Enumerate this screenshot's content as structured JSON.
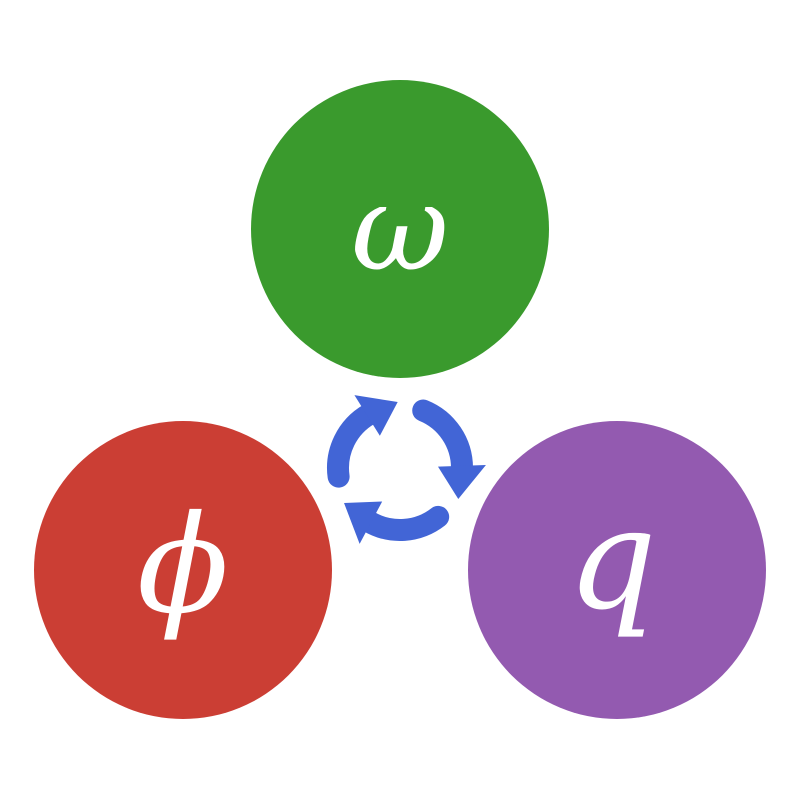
{
  "diagram": {
    "type": "cycle",
    "direction": "clockwise",
    "nodes": [
      {
        "id": "omega",
        "label": "ω",
        "name": "omega",
        "color": "#3a9a2d",
        "position": "top"
      },
      {
        "id": "phi",
        "label": "ϕ",
        "name": "phi",
        "color": "#cb3e34",
        "position": "bottom-left"
      },
      {
        "id": "q",
        "label": "q",
        "name": "q",
        "color": "#935ab0",
        "position": "bottom-right"
      }
    ],
    "cycle_arrows": {
      "color": "#4265d6",
      "count": 3,
      "icon": "refresh-cycle-icon"
    }
  }
}
